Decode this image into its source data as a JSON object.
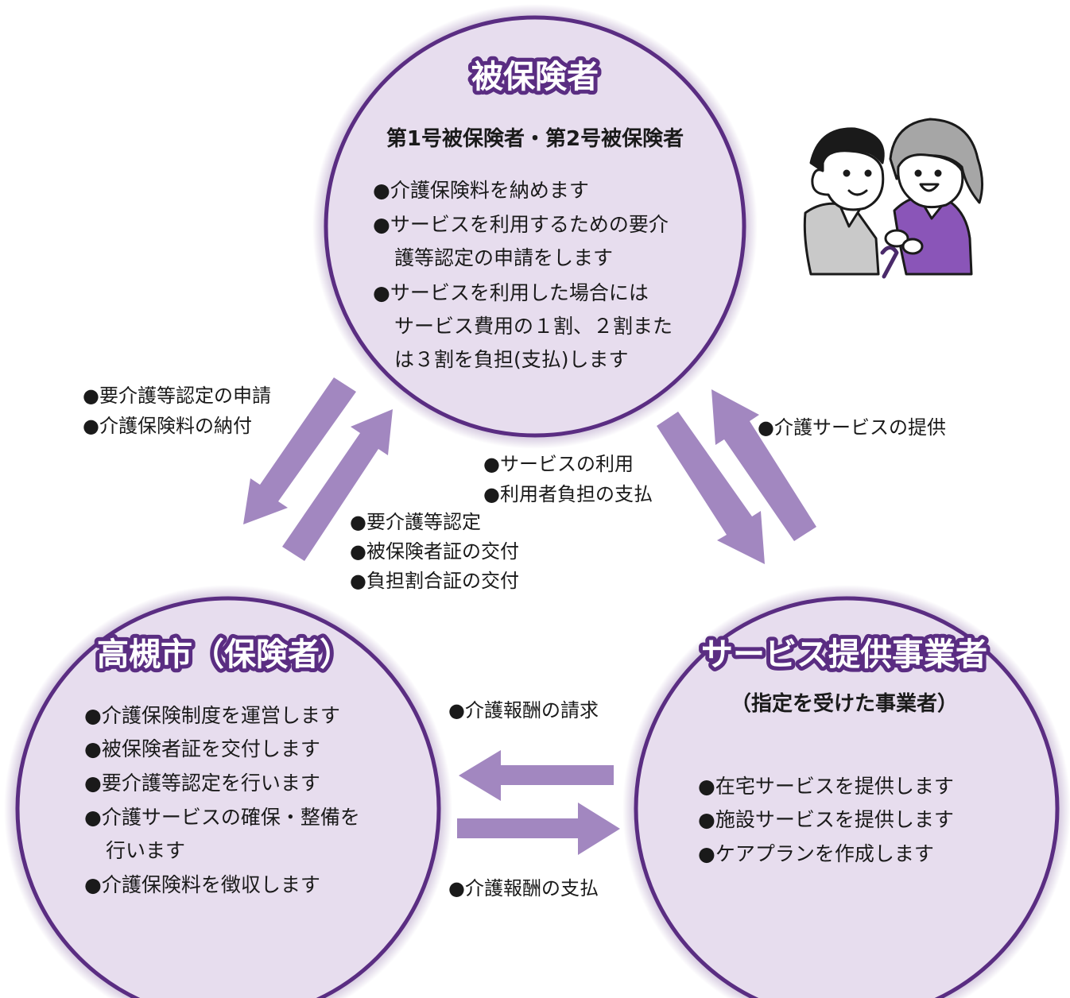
{
  "insured": {
    "title": "被保険者",
    "subtitle": "第1号被保険者・第2号被保険者",
    "lines": [
      "●介護保険料を納めます",
      "●サービスを利用するための要介",
      "護等認定の申請をします",
      "●サービスを利用した場合には",
      "サービス費用の１割、２割また",
      "は３割を負担(支払)します"
    ]
  },
  "city": {
    "title": "高槻市（保険者）",
    "lines": [
      "●介護保険制度を運営します",
      "●被保険者証を交付します",
      "●要介護等認定を行います",
      "●介護サービスの確保・整備を",
      "行います",
      "●介護保険料を徴収します"
    ]
  },
  "provider": {
    "title": "サービス提供事業者",
    "subtitle": "（指定を受けた事業者）",
    "lines": [
      "●在宅サービスを提供します",
      "●施設サービスを提供します",
      "●ケアプランを作成します"
    ]
  },
  "flows": {
    "insured_to_city": [
      "●要介護等認定の申請",
      "●介護保険料の納付"
    ],
    "city_to_insured": [
      "●要介護等認定",
      "●被保険者証の交付",
      "●負担割合証の交付"
    ],
    "insured_to_provider": [
      "●サービスの利用",
      "●利用者負担の支払"
    ],
    "provider_to_insured": [
      "●介護サービスの提供"
    ],
    "provider_to_city": [
      "●介護報酬の請求"
    ],
    "city_to_provider": [
      "●介護報酬の支払"
    ]
  },
  "colors": {
    "circle_fill": "#e7ddee",
    "circle_stroke": "#5a2d82",
    "arrow": "#a287c0",
    "title_outline": "#5a2d82"
  },
  "icons": {
    "illustration": "elderly-man-and-caregiver-illustration"
  }
}
